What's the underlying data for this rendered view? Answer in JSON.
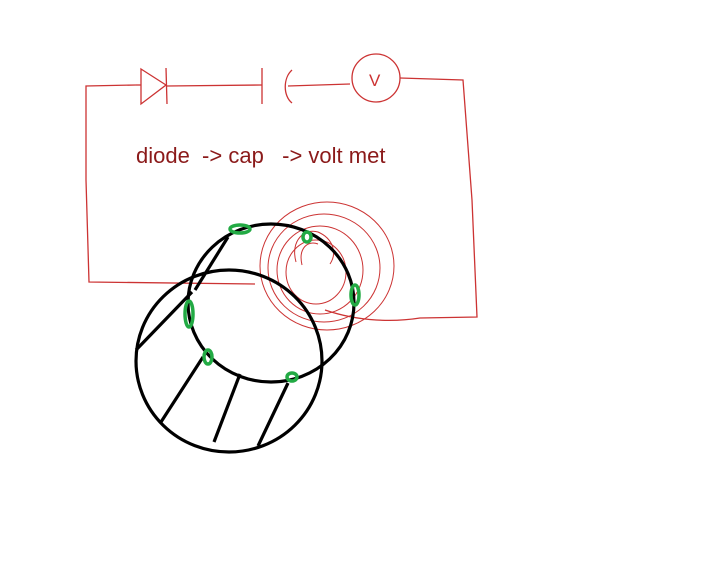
{
  "caption": "diode  -> cap   -> volt met",
  "meter_label": "V",
  "colors": {
    "background": "#ffffff",
    "wire": "#cc3333",
    "caption": "#8b1a1a",
    "coil_frame": "#000000",
    "contacts": "#22aa44"
  },
  "components": {
    "diode": "diode-symbol",
    "capacitor": "capacitor-symbol",
    "voltmeter": "voltmeter-symbol"
  }
}
